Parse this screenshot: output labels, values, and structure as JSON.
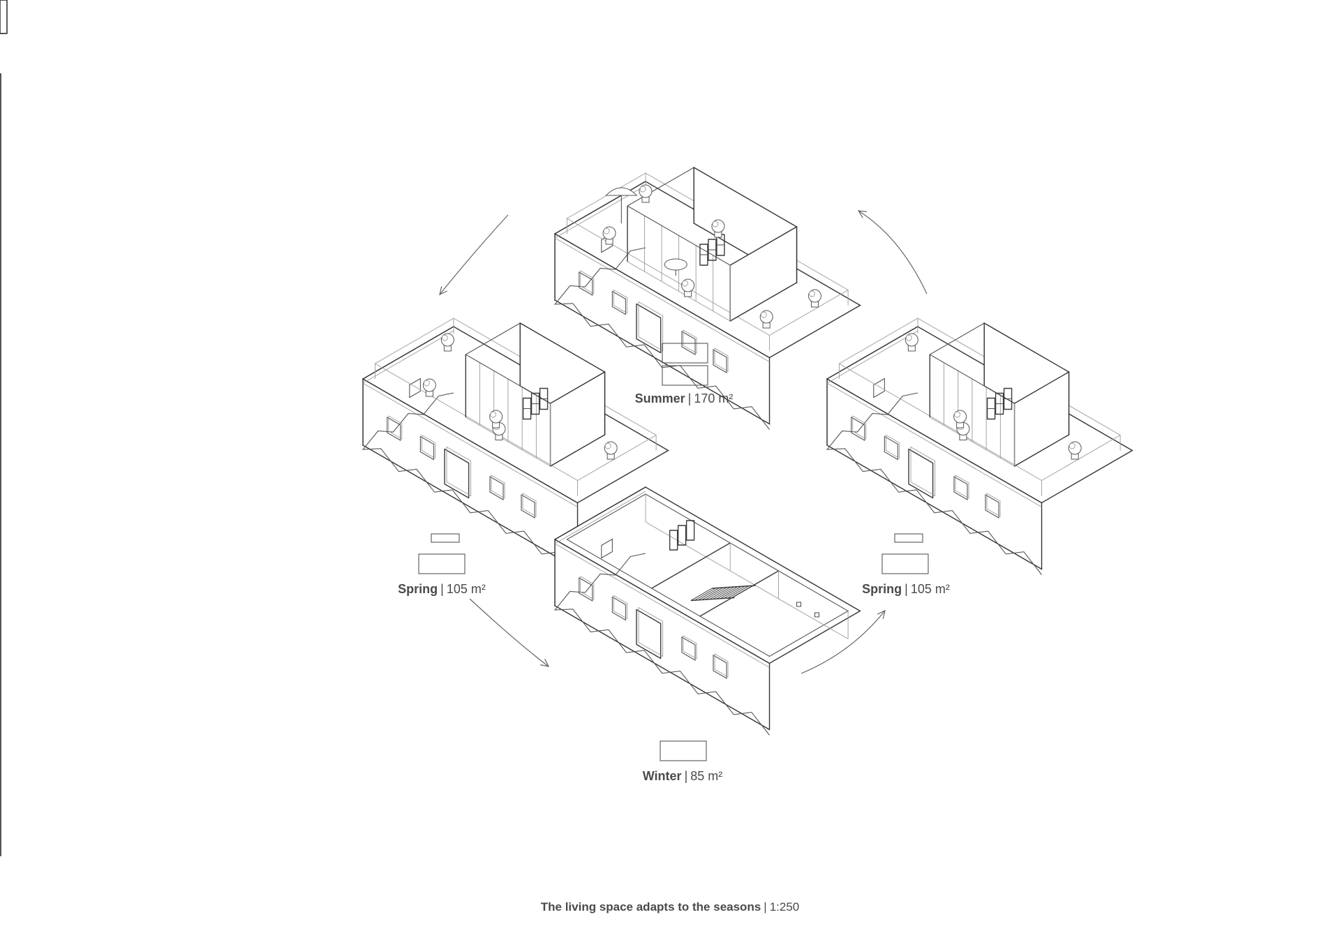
{
  "seasons": {
    "summer": {
      "name": "Summer",
      "area": "170 m²"
    },
    "spring_left": {
      "name": "Spring",
      "area": "105 m²"
    },
    "spring_right": {
      "name": "Spring",
      "area": "105 m²"
    },
    "winter": {
      "name": "Winter",
      "area": "85 m²"
    }
  },
  "caption": {
    "title": "The living space adapts to the seasons",
    "scale": "1:250"
  },
  "separator": "|"
}
